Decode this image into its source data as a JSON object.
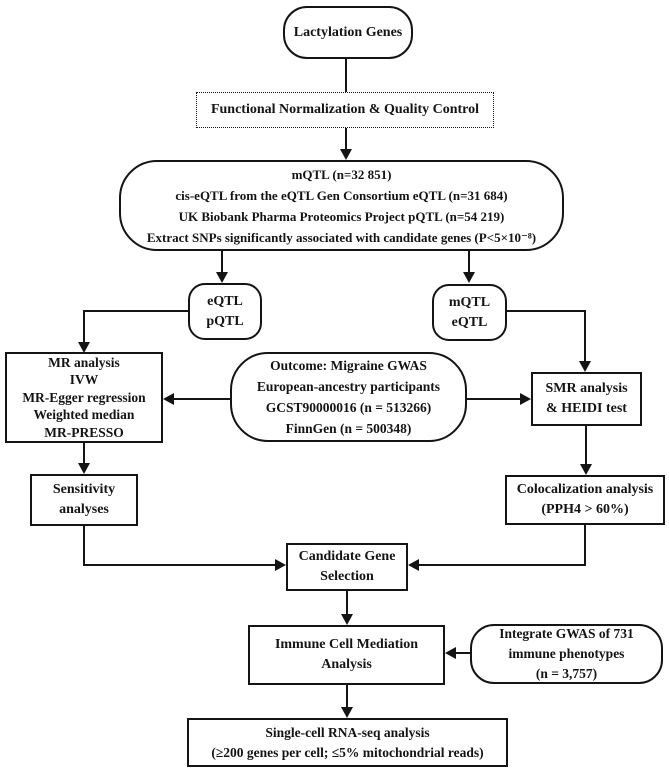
{
  "diagram_title": "Lactylation genes and migraine Mendelian randomization workflow",
  "colors": {
    "ink": "#141414",
    "background": "#ffffff"
  },
  "nodes": {
    "lactylation": {
      "label": "Lactylation Genes"
    },
    "qc": {
      "label": "Functional Normalization & Quality Control"
    },
    "qtl_sources": {
      "lines": [
        "mQTL (n=32 851)",
        "cis-eQTL from the eQTL Gen Consortium eQTL (n=31 684)",
        "UK Biobank Pharma Proteomics Project pQTL (n=54 219)",
        "Extract SNPs significantly associated with candidate genes (P<5×10⁻⁸)"
      ]
    },
    "eqtl_pqtl": {
      "lines": [
        "eQTL",
        "pQTL"
      ]
    },
    "mqtl_eqtl": {
      "lines": [
        "mQTL",
        "eQTL"
      ]
    },
    "mr": {
      "lines": [
        "MR analysis",
        "IVW",
        "MR-Egger regression",
        "Weighted median",
        "MR-PRESSO"
      ]
    },
    "outcome": {
      "lines": [
        "Outcome:  Migraine GWAS",
        "European-ancestry participants",
        "GCST90000016 (n = 513266)",
        "FinnGen (n = 500348)"
      ]
    },
    "smr": {
      "lines": [
        "SMR analysis",
        "& HEIDI test"
      ]
    },
    "sensitivity": {
      "lines": [
        "Sensitivity",
        "analyses"
      ]
    },
    "coloc": {
      "lines": [
        "Colocalization analysis",
        "(PPH4 > 60%)"
      ]
    },
    "candidate": {
      "lines": [
        "Candidate Gene",
        "Selection"
      ]
    },
    "immune": {
      "lines": [
        "Immune Cell Mediation",
        "Analysis"
      ]
    },
    "integrate": {
      "lines": [
        "Integrate GWAS of 731",
        "immune phenotypes",
        "(n = 3,757)"
      ]
    },
    "single_cell": {
      "lines": [
        "Single-cell RNA-seq analysis",
        "(≥200 genes per cell; ≤5% mitochondrial reads)"
      ]
    }
  }
}
